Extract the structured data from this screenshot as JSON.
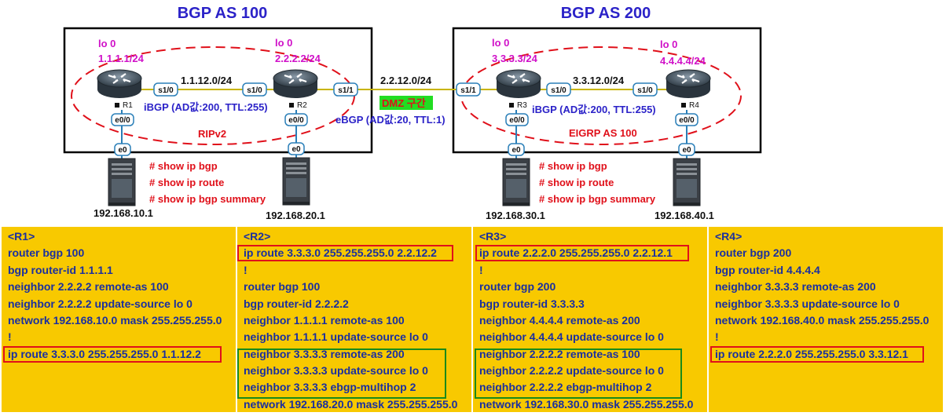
{
  "as_titles": {
    "as100": "BGP AS 100",
    "as200": "BGP AS 200"
  },
  "routers": {
    "r1": {
      "label": "R1",
      "lo_name": "lo 0",
      "lo_ip": "1.1.1.1/24"
    },
    "r2": {
      "label": "R2",
      "lo_name": "lo 0",
      "lo_ip": "2.2.2.2/24"
    },
    "r3": {
      "label": "R3",
      "lo_name": "lo 0",
      "lo_ip": "3.3.3.3/24"
    },
    "r4": {
      "label": "R4",
      "lo_name": "lo 0",
      "lo_ip": "4.4.4.4/24"
    }
  },
  "interfaces": {
    "s10": "s1/0",
    "s11": "s1/1",
    "e00": "e0/0",
    "e0": "e0"
  },
  "links": {
    "r1r2": "1.1.12.0/24",
    "r2r3": "2.2.12.0/24",
    "r3r4": "3.3.12.0/24"
  },
  "protocols": {
    "ibgp": "iBGP (AD값:200, TTL:255)",
    "ebgp": "eBGP (AD값:20, TTL:1)",
    "dmz": "DMZ 구간",
    "rip": "RIPv2",
    "eigrp": "EIGRP AS 100"
  },
  "hosts": {
    "h1": "192.168.10.1",
    "h2": "192.168.20.1",
    "h3": "192.168.30.1",
    "h4": "192.168.40.1"
  },
  "commands": [
    "# show ip bgp",
    "# show ip route",
    "# show ip bgp summary"
  ],
  "configs": {
    "r1": [
      "<R1>",
      "router bgp 100",
      "bgp router-id 1.1.1.1",
      "neighbor 2.2.2.2 remote-as 100",
      "neighbor 2.2.2.2 update-source lo 0",
      "network 192.168.10.0 mask 255.255.255.0",
      "!",
      "ip route 3.3.3.0 255.255.255.0 1.1.12.2"
    ],
    "r2": [
      "<R2>",
      "ip route 3.3.3.0 255.255.255.0 2.2.12.2",
      "!",
      "router bgp 100",
      "bgp router-id 2.2.2.2",
      "neighbor 1.1.1.1 remote-as 100",
      "neighbor 1.1.1.1 update-source lo 0",
      "neighbor 3.3.3.3 remote-as 200",
      "neighbor 3.3.3.3 update-source lo 0",
      "neighbor 3.3.3.3 ebgp-multihop 2",
      "network 192.168.20.0 mask 255.255.255.0"
    ],
    "r3": [
      "<R3>",
      "ip route 2.2.2.0 255.255.255.0 2.2.12.1",
      "!",
      "router bgp 200",
      "bgp router-id 3.3.3.3",
      "neighbor 4.4.4.4 remote-as 200",
      "neighbor 4.4.4.4 update-source lo 0",
      "neighbor 2.2.2.2 remote-as 100",
      "neighbor 2.2.2.2 update-source lo 0",
      "neighbor 2.2.2.2 ebgp-multihop 2",
      "network 192.168.30.0 mask 255.255.255.0"
    ],
    "r4": [
      "<R4>",
      "router bgp 200",
      "bgp router-id 4.4.4.4",
      "neighbor 3.3.3.3 remote-as 200",
      "neighbor 3.3.3.3 update-source lo 0",
      "network 192.168.40.0 mask 255.255.255.0",
      "!",
      "ip route 2.2.2.0 255.255.255.0 3.3.12.1"
    ]
  },
  "colors": {
    "title": "#2b22c8",
    "loopback": "#d010c8",
    "red": "#e0101a",
    "config": "#1a2fa0",
    "panel": "#f8c900",
    "dmz_bg": "#22dd22"
  }
}
